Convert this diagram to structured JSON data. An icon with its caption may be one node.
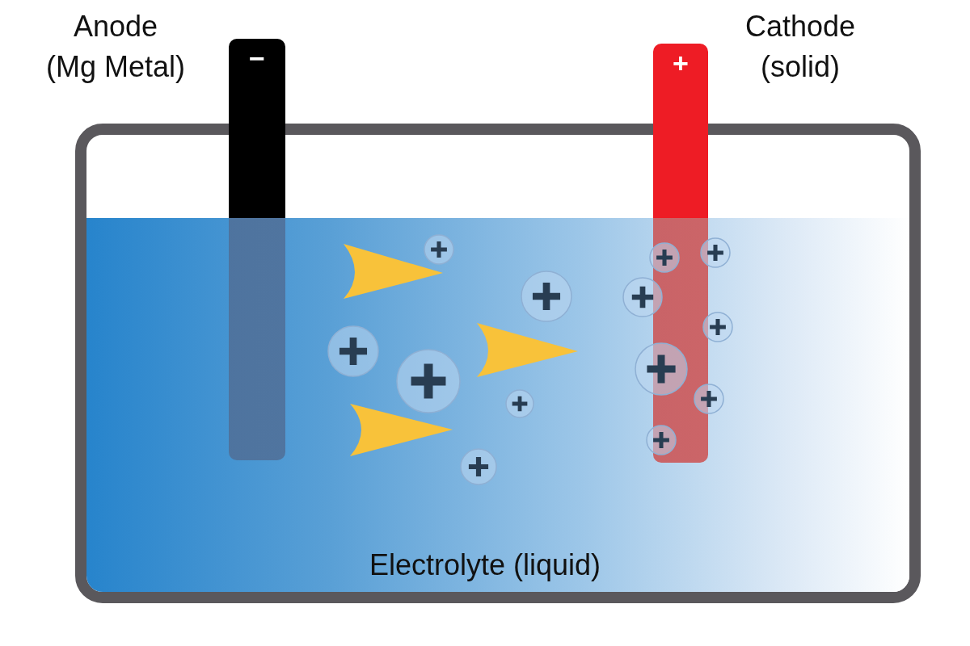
{
  "diagram": {
    "nodes": [
      {
        "text": [
          "Electrolyte (liquid)"
        ]
      },
      {
        "text": [
          "−"
        ],
        "beside": [
          "Anode (Mg Metal)"
        ]
      },
      {
        "text": [
          "+"
        ],
        "beside": [
          "Cathode (solid)"
        ]
      }
    ]
  }
}
